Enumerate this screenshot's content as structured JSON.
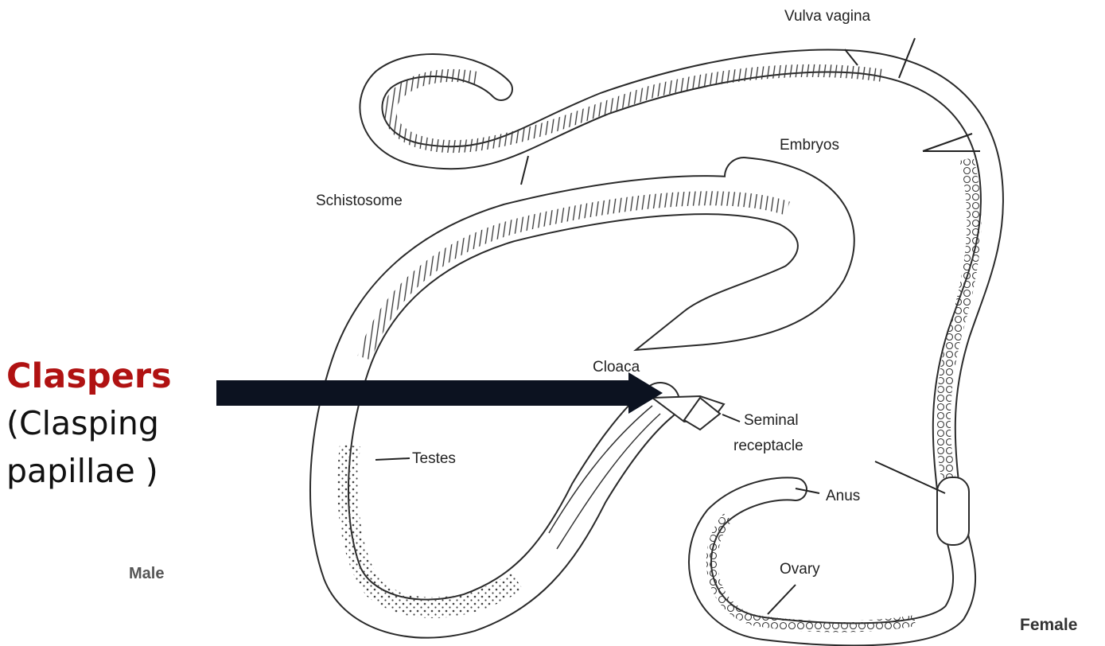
{
  "colors": {
    "accent": "#b01212",
    "arrow": "#0c1220",
    "ink": "#2a2a2a"
  },
  "callout": {
    "title": "Claspers",
    "line2": "(Clasping",
    "line3": "papillae )"
  },
  "labels": {
    "vulva_vagina": "Vulva  vagina",
    "embryos": "Embryos",
    "schistosome": "Schistosome",
    "cloaca": "Cloaca",
    "seminal_receptacle_1": "Seminal",
    "seminal_receptacle_2": "receptacle",
    "testes": "Testes",
    "anus": "Anus",
    "ovary": "Ovary",
    "male": "Male",
    "female": "Female"
  },
  "icons": [
    "female-worm-illustration",
    "male-worm-illustration",
    "callout-arrow-icon"
  ]
}
